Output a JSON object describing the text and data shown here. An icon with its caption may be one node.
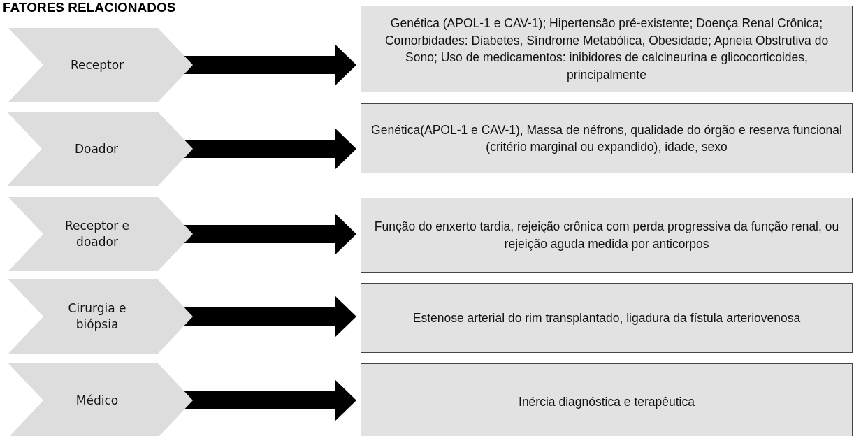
{
  "diagram": {
    "title": "FATORES RELACIONADOS",
    "nodes": [
      {
        "text": [
          "Receptor"
        ]
      },
      {
        "text": [
          "Genética (APOL-1 e CAV-1); Hipertensão pré-existente; Doença Renal Crônica; Comorbidades: Diabetes, Síndrome Metabólica, Obesidade; Apneia Obstrutiva do Sono; Uso de medicamentos: inibidores de calcineurina e glicocorticoides, principalmente"
        ]
      },
      {
        "text": [
          "Doador"
        ]
      },
      {
        "text": [
          "Genética(APOL-1 e CAV-1), Massa de néfrons, qualidade do órgão e reserva funcional (critério marginal ou expandido), idade, sexo"
        ]
      },
      {
        "text": [
          "Receptor e doador"
        ]
      },
      {
        "text": [
          "Função do enxerto tardia, rejeição crônica com perda progressiva da função renal, ou rejeição aguda medida por anticorpos"
        ]
      },
      {
        "text": [
          "Cirurgia e biópsia"
        ]
      },
      {
        "text": [
          "Estenose arterial do rim transplantado, ligadura da fístula arteriovenosa"
        ]
      },
      {
        "text": [
          "Médico"
        ]
      },
      {
        "text": [
          "Inércia diagnóstica e terapêutica"
        ]
      }
    ],
    "edges": [
      {
        "from": 0,
        "to": 1,
        "arrow": "to"
      },
      {
        "from": 2,
        "to": 3,
        "arrow": "to"
      },
      {
        "from": 4,
        "to": 5,
        "arrow": "to"
      },
      {
        "from": 6,
        "to": 7,
        "arrow": "to"
      },
      {
        "from": 8,
        "to": 9,
        "arrow": "to"
      }
    ]
  }
}
